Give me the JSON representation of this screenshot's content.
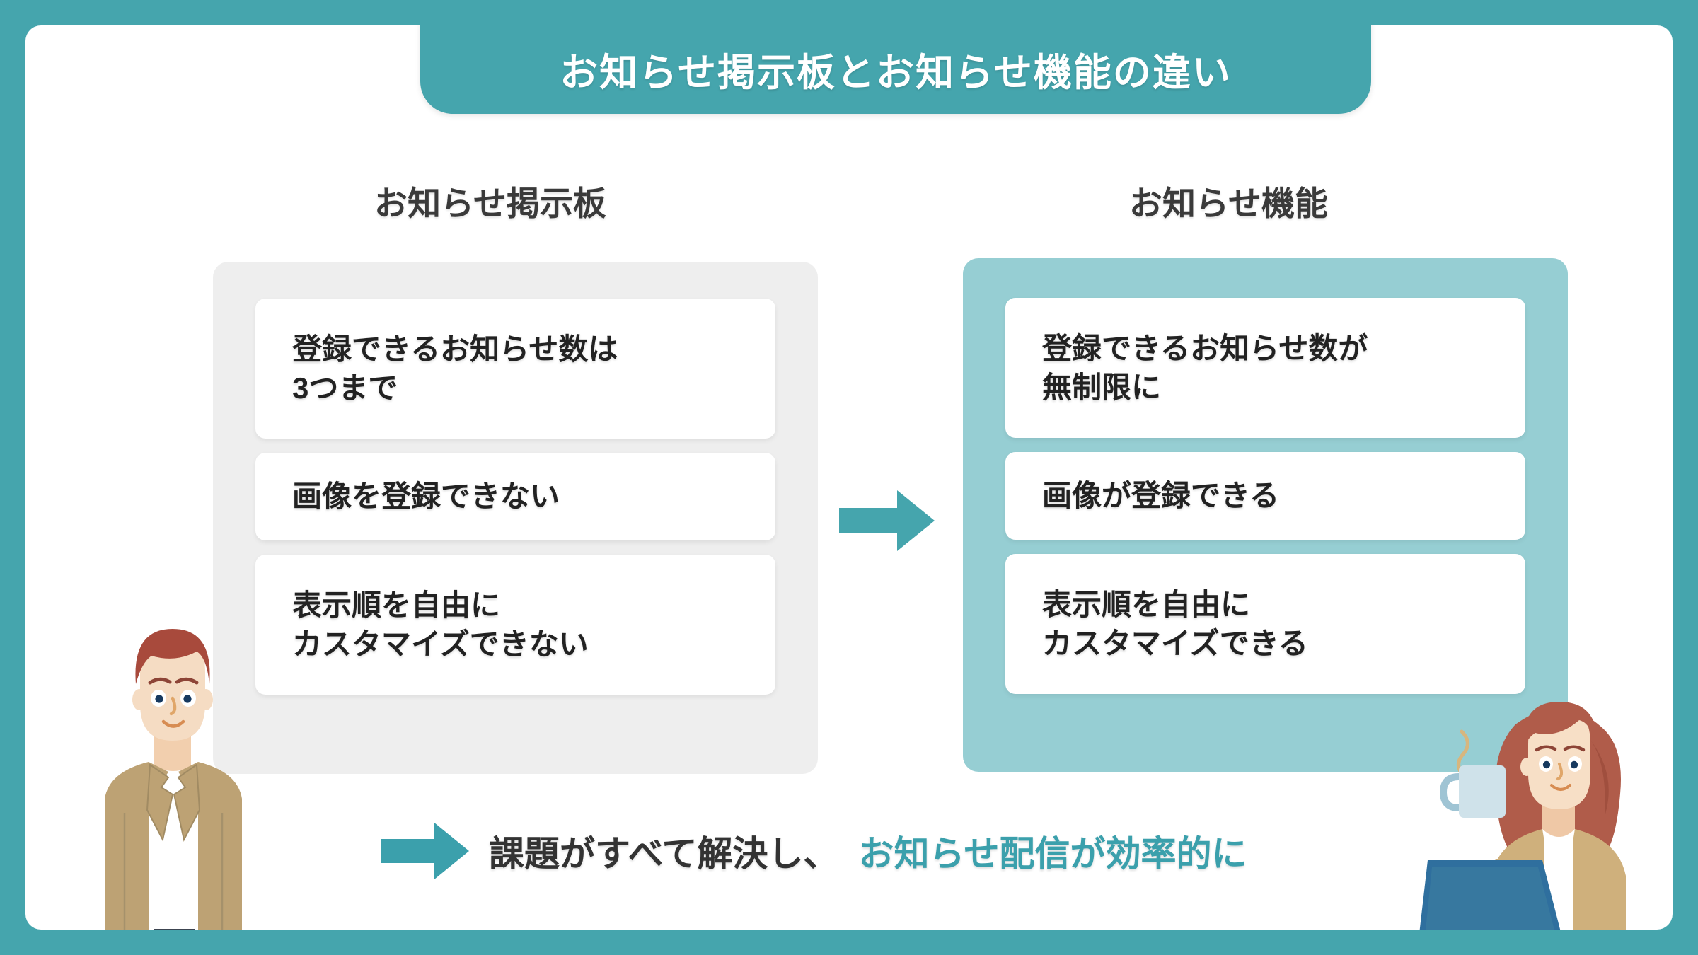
{
  "theme": {
    "frame_teal": "#45a5ad",
    "banner_teal": "#45a5ad",
    "panel_gray": "#eeeeee",
    "panel_teal": "#96ced3",
    "accent_teal": "#3ba0ac",
    "card_white": "#ffffff",
    "text_dark": "#222222"
  },
  "banner": {
    "title": "お知らせ掲示板とお知らせ機能の違い"
  },
  "columns": [
    {
      "id": "bulletin-board",
      "heading": "お知らせ掲示板",
      "panel_color": "#eeeeee",
      "cards": [
        {
          "text": "登録できるお知らせ数は\n3つまで"
        },
        {
          "text": "画像を登録できない"
        },
        {
          "text": "表示順を自由に\nカスタマイズできない"
        }
      ]
    },
    {
      "id": "notice-feature",
      "heading": "お知らせ機能",
      "panel_color": "#96ced3",
      "cards": [
        {
          "text": "登録できるお知らせ数が\n無制限に"
        },
        {
          "text": "画像が登録できる"
        },
        {
          "text": "表示順を自由に\nカスタマイズできる"
        }
      ]
    }
  ],
  "middle_arrow": {
    "icon": "arrow-right-icon",
    "color": "#45a5ad"
  },
  "caption": {
    "icon": "arrow-right-icon",
    "arrow_color": "#3ba0ac",
    "text_dark": "課題がすべて解決し、",
    "text_accent": "お知らせ配信が効率的に"
  },
  "illustrations": {
    "left": {
      "name": "man-in-blazer-illustration",
      "hair": "#a84a3c",
      "jacket": "#bda274",
      "shirt": "#ffffff",
      "skin": "#f5dcc3"
    },
    "right": {
      "name": "woman-with-laptop-and-mug-illustration",
      "hair": "#b05c4a",
      "cardigan": "#cfb07c",
      "laptop": "#2f6f9e",
      "mug": "#cfe2ea",
      "skin": "#f7dfc6"
    }
  }
}
